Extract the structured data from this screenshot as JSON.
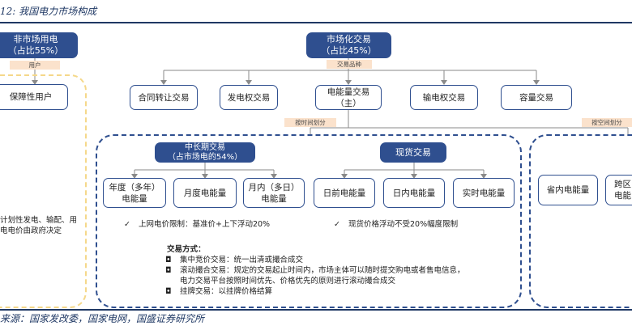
{
  "title": "12: 我国电力市场构成",
  "source": "来源：国家发改委，国家电网，国盛证券研究所",
  "non_market": {
    "label": "非市场用电\n（占比55%）",
    "tag": "用户",
    "child": "保障性用户",
    "note": "计划性发电、输配、用\n电电价由政府决定"
  },
  "market": {
    "label": "市场化交易\n（占比45%）",
    "tag": "交易品种",
    "types": [
      "合同转让交易",
      "发电权交易",
      "电能量交易\n（主）",
      "输电权交易",
      "容量交易"
    ]
  },
  "time_tag": "按时间划分",
  "space_tag": "按空间划分",
  "mid_long": {
    "label": "中长期交易\n（占市场电的54%）",
    "children": [
      "年度（多年）\n电能量",
      "月度电能量",
      "月内（多日）\n电能量"
    ],
    "price": "上网电价限制：基准价+上下浮动20%"
  },
  "spot": {
    "label": "现货交易",
    "children": [
      "日前电能量",
      "日内电能量",
      "实时电能量"
    ],
    "price": "现货价格浮动不受20%幅度限制"
  },
  "space": {
    "children": [
      "省内电能量",
      "跨区\n电能"
    ]
  },
  "methods": {
    "heading": "交易方式：",
    "items": [
      "集中竞价交易：统一出清或撮合成交",
      "滚动撮合交易：规定的交易起止时间内，市场主体可以随时提交购电或者售电信息，\n电力交易平台按照时间优先、价格优先的原则进行滚动撮合成交",
      "挂牌交易：以挂牌价格结算"
    ]
  },
  "check_glyph": "✓",
  "bullet_glyph": "◘"
}
